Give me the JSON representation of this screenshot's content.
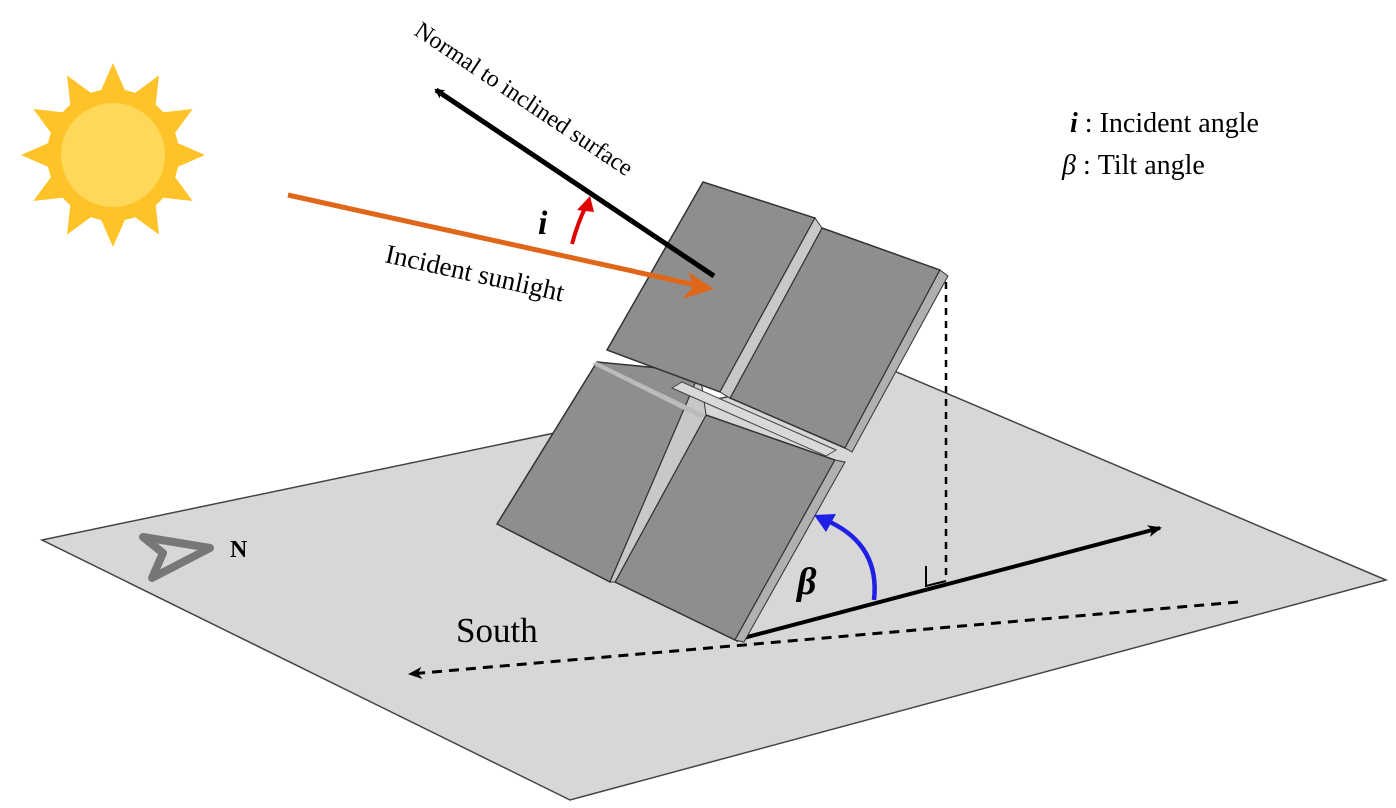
{
  "labels": {
    "normal": "Normal to inclined surface",
    "incident_sunlight": "Incident sunlight",
    "incident_symbol": "i",
    "tilt_symbol": "β",
    "south": "South",
    "north": "N"
  },
  "legend": [
    {
      "symbol": "i",
      "separator": " : ",
      "text": "Incident angle"
    },
    {
      "symbol": "β",
      "separator": " : ",
      "text": "Tilt angle"
    }
  ],
  "colors": {
    "sun_rays": "#FFC32A",
    "sun_core": "#FFD85A",
    "ground": "#D7D7D7",
    "panel": "#8C8C8C",
    "sunlight_arrow": "#E0661A",
    "incident_arc": "#E00000",
    "tilt_arc": "#1F1FE6",
    "compass": "#777777"
  },
  "icons": {
    "sun": "sun-icon",
    "compass": "north-compass-icon"
  }
}
